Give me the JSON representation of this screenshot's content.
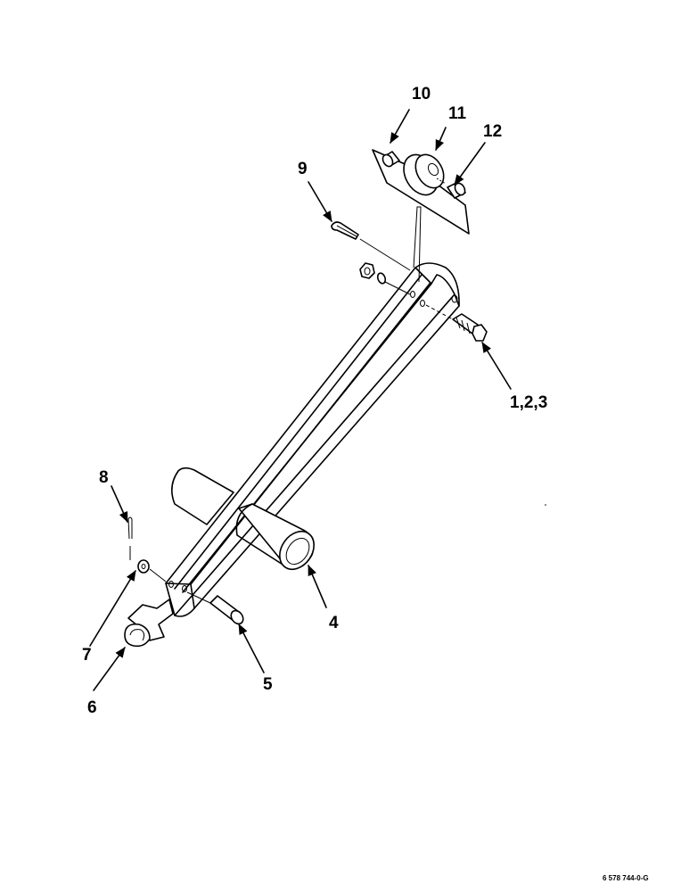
{
  "callouts": {
    "c1": "1,2,3",
    "c4": "4",
    "c5": "5",
    "c6": "6",
    "c7": "7",
    "c8": "8",
    "c9": "9",
    "c10": "10",
    "c11": "11",
    "c12": "12"
  },
  "drawing_number": "6 578 744-0-G"
}
